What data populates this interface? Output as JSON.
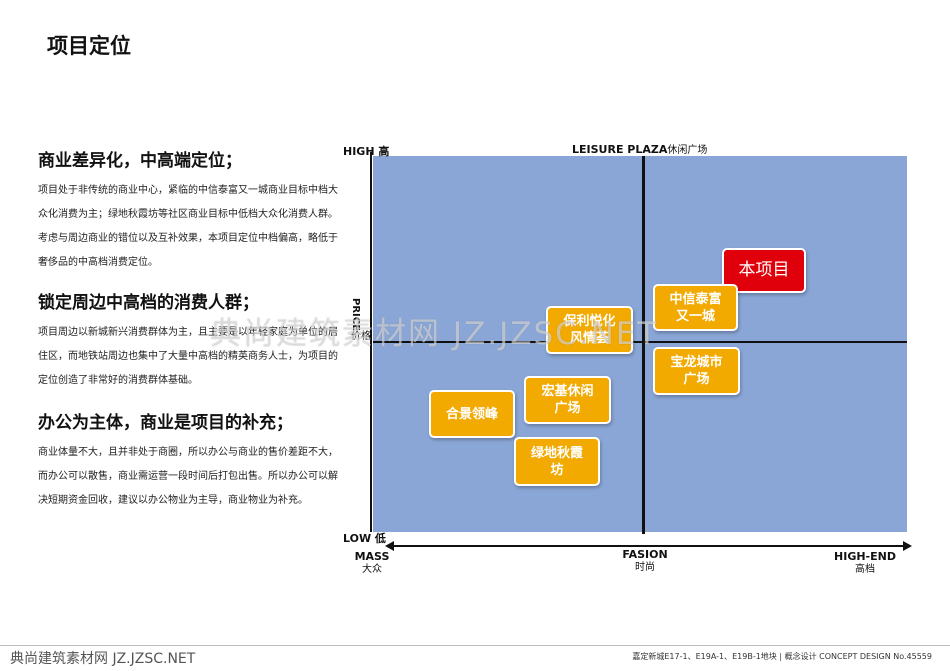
{
  "page": {
    "title": "项目定位"
  },
  "sections": [
    {
      "heading": "商业差异化，中高端定位；",
      "body": "项目处于非传统的商业中心，紧临的中信泰富又一城商业目标中档大众化消费为主；绿地秋霞坊等社区商业目标中低档大众化消费人群。考虑与周边商业的错位以及互补效果，本项目定位中档偏高，略低于奢侈品的中高档消费定位。"
    },
    {
      "heading": "锁定周边中高档的消费人群；",
      "body": "项目周边以新城新兴消费群体为主，且主要是以年轻家庭为单位的居住区，而地铁站周边也集中了大量中高档的精英商务人士，为项目的定位创造了非常好的消费群体基础。"
    },
    {
      "heading": "办公为主体，商业是项目的补充；",
      "body": "商业体量不大，且并非处于商圈，所以办公与商业的售价差距不大，而办公可以散售，商业需运营一段时间后打包出售。所以办公可以解决短期资金回收，建议以办公物业为主导，商业物业为补充。"
    }
  ],
  "chart": {
    "y_high": "HIGH 高",
    "y_low": "LOW 低",
    "y_axis_en": "PRICE",
    "y_axis_cn": "价格",
    "top_label_en": "LEISURE PLAZA",
    "top_label_cn": "休闲广场",
    "x_left_en": "MASS",
    "x_left_cn": "大众",
    "x_mid_en": "FASION",
    "x_mid_cn": "时尚",
    "x_right_en": "HIGH-END",
    "x_right_cn": "高档",
    "colors": {
      "plot_bg": "#8aa6d6",
      "bubble": "#f2a900",
      "highlight": "#e0000b"
    },
    "items": [
      {
        "label": "本项目",
        "highlight": true
      },
      {
        "label": "中信泰富又一城"
      },
      {
        "label": "保利悦化风情荟"
      },
      {
        "label": "宝龙城市广场"
      },
      {
        "label": "宏基休闲广场"
      },
      {
        "label": "合景领峰"
      },
      {
        "label": "绿地秋霞坊"
      }
    ]
  },
  "watermark": "典尚建筑素材网 JZ.JZSC.NET",
  "footer": {
    "left": "典尚建筑素材网 JZ.JZSC.NET",
    "right": "嘉定新城E17-1、E19A-1、E19B-1地块 | 概念设计  CONCEPT DESIGN  No.45559"
  }
}
